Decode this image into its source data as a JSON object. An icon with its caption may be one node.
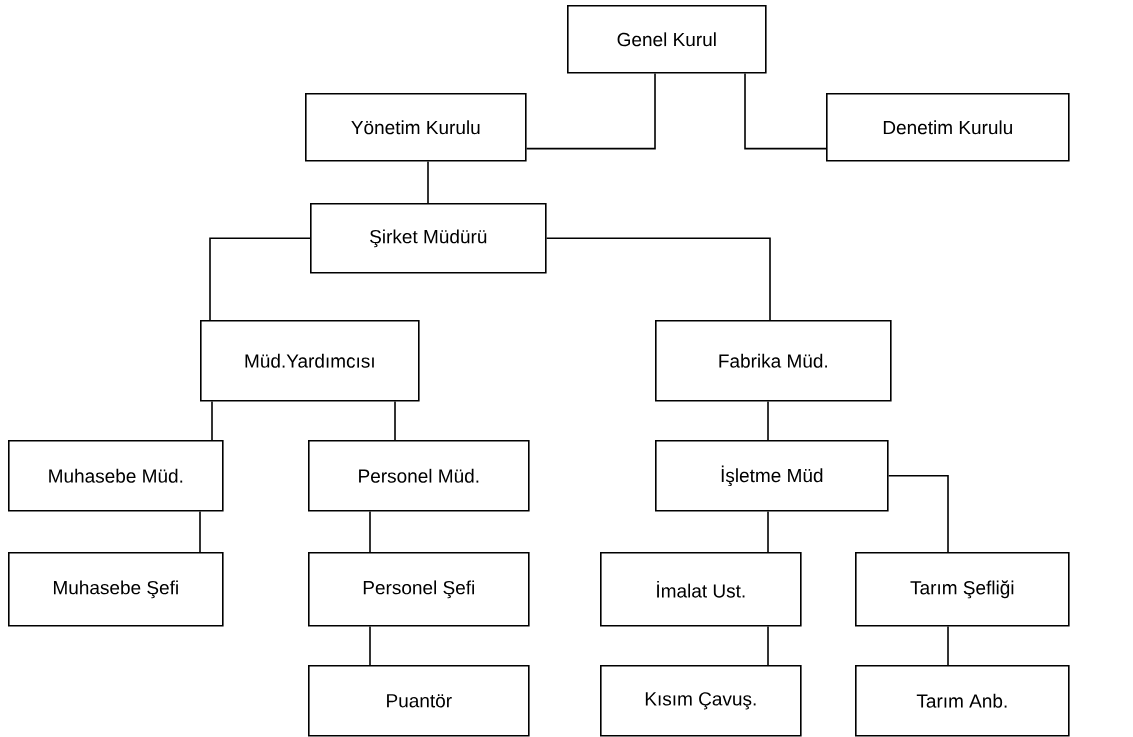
{
  "diagram": {
    "nodes": [
      {
        "text": [
          "Genel Kurul"
        ]
      },
      {
        "text": [
          "Yönetim Kurulu"
        ]
      },
      {
        "text": [
          "Denetim Kurulu"
        ]
      },
      {
        "text": [
          "Şirket Müdürü"
        ]
      },
      {
        "text": [
          "Müd.Yardımcısı"
        ]
      },
      {
        "text": [
          "Fabrika Müd."
        ]
      },
      {
        "text": [
          "Muhasebe Müd."
        ]
      },
      {
        "text": [
          "Personel Müd."
        ]
      },
      {
        "text": [
          "İşletme Müd"
        ]
      },
      {
        "text": [
          "Muhasebe Şefi"
        ]
      },
      {
        "text": [
          "Personel Şefi"
        ]
      },
      {
        "text": [
          "İmalat Ust."
        ]
      },
      {
        "text": [
          "Tarım Şefliği"
        ]
      },
      {
        "text": [
          "Puantör"
        ]
      },
      {
        "text": [
          "Kısım Çavuş."
        ]
      },
      {
        "text": [
          "Tarım Anb."
        ]
      }
    ],
    "edges": [
      {
        "from": 0,
        "to": 1,
        "arrow": "none"
      },
      {
        "from": 0,
        "to": 2,
        "arrow": "none"
      },
      {
        "from": 1,
        "to": 3,
        "arrow": "none"
      },
      {
        "from": 3,
        "to": 4,
        "arrow": "none"
      },
      {
        "from": 3,
        "to": 5,
        "arrow": "none"
      },
      {
        "from": 4,
        "to": 6,
        "arrow": "none"
      },
      {
        "from": 4,
        "to": 7,
        "arrow": "none"
      },
      {
        "from": 5,
        "to": 8,
        "arrow": "none"
      },
      {
        "from": 6,
        "to": 9,
        "arrow": "none"
      },
      {
        "from": 7,
        "to": 10,
        "arrow": "none"
      },
      {
        "from": 8,
        "to": 11,
        "arrow": "none"
      },
      {
        "from": 8,
        "to": 12,
        "arrow": "none"
      },
      {
        "from": 10,
        "to": 13,
        "arrow": "none"
      },
      {
        "from": 11,
        "to": 14,
        "arrow": "none"
      },
      {
        "from": 12,
        "to": 15,
        "arrow": "none"
      }
    ]
  }
}
